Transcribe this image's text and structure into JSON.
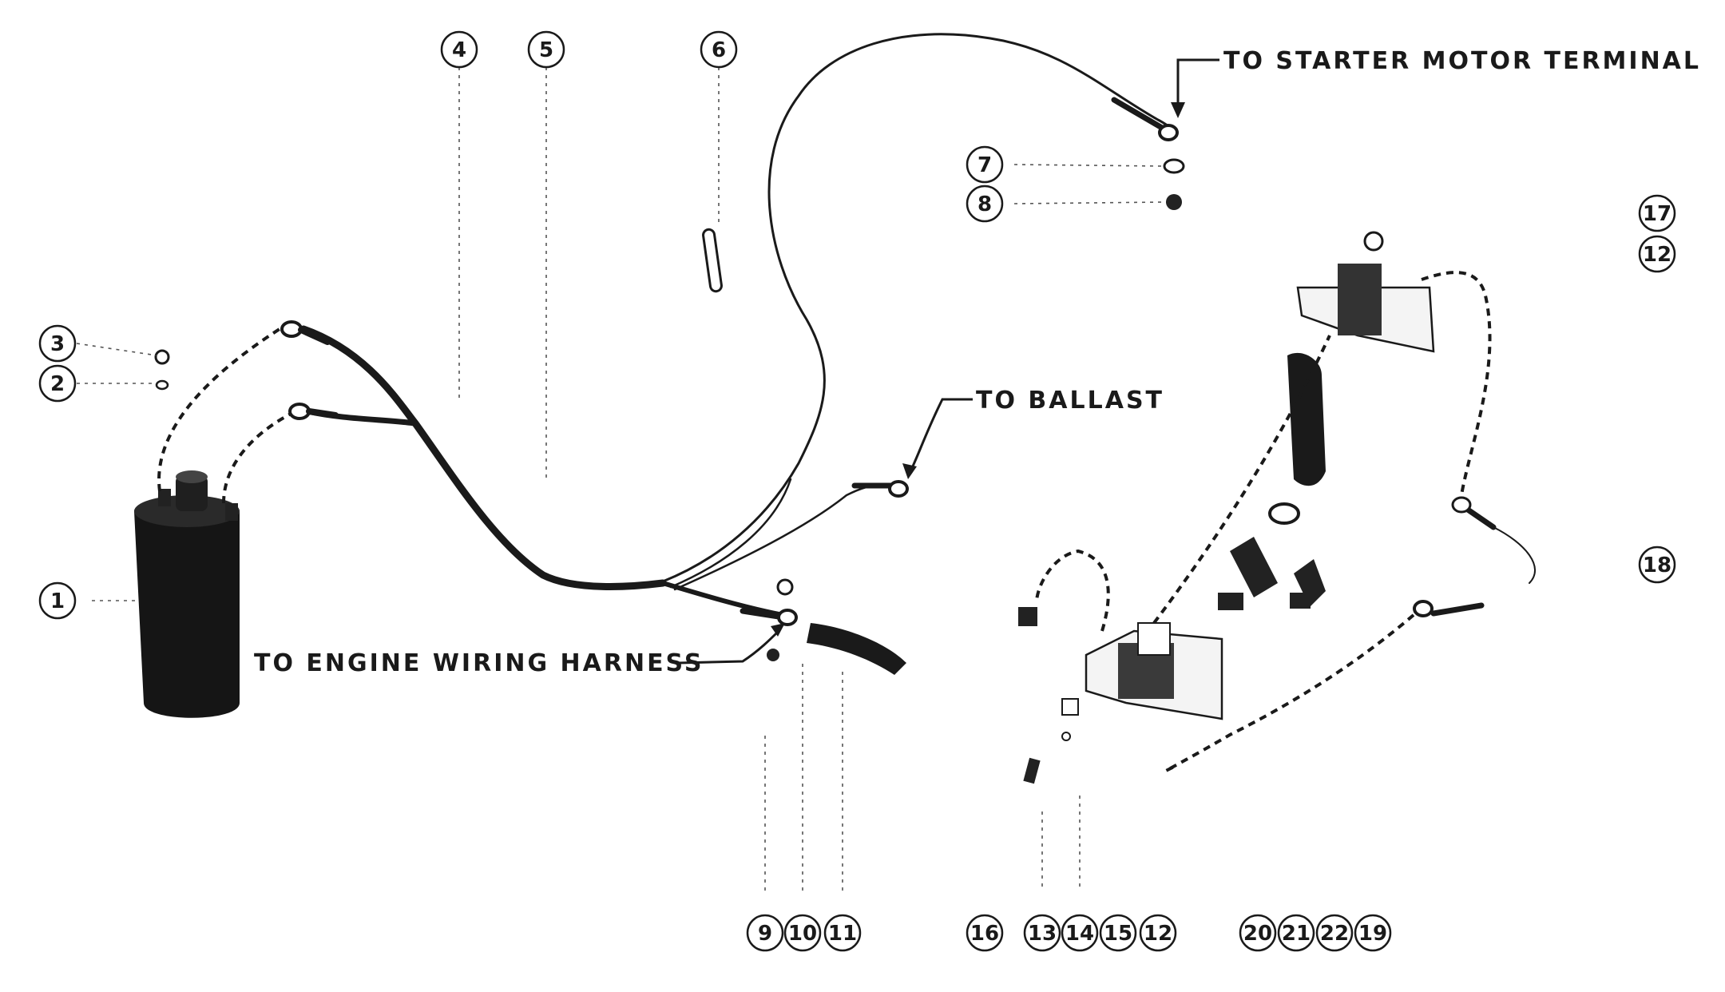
{
  "callouts": {
    "starter": "TO STARTER MOTOR TERMINAL",
    "ballast": "TO BALLAST",
    "harness": "TO ENGINE WIRING HARNESS"
  },
  "parts": {
    "p1": "1",
    "p2": "2",
    "p3": "3",
    "p4": "4",
    "p5": "5",
    "p6": "6",
    "p7": "7",
    "p8": "8",
    "p9": "9",
    "p10": "10",
    "p11": "11",
    "p12a": "12",
    "p12b": "12",
    "p13": "13",
    "p14": "14",
    "p15": "15",
    "p16": "16",
    "p17": "17",
    "p18": "18",
    "p19": "19",
    "p20": "20",
    "p21": "21",
    "p22": "22"
  },
  "colors": {
    "ink": "#1a1a1a",
    "paper": "#ffffff"
  }
}
